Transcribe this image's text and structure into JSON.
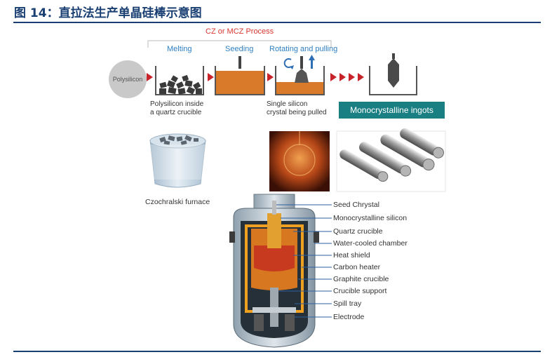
{
  "figure_title": "图 14：直拉法生产单晶硅棒示意图",
  "process": {
    "header": "CZ or MCZ Process",
    "steps": [
      "Melting",
      "Seeding",
      "Rotating and pulling"
    ],
    "start_label": "Polysilicon",
    "caption_melting": "Polysilicon inside\na quartz crucible",
    "caption_pulling": "Single silicon\ncrystal being pulled",
    "result_label": "Monocrystalline ingots"
  },
  "photos": {
    "furnace_caption": "Czochralski furnace"
  },
  "furnace_parts": [
    "Seed Chrystal",
    "Monocrystalline silicon",
    "Quartz crucible",
    "Water-cooled chamber",
    "Heat shield",
    "Carbon heater",
    "Graphite crucible",
    "Crucible support",
    "Spill tray",
    "Electrode"
  ],
  "colors": {
    "title_blue": "#1a3f73",
    "process_red": "#d7362f",
    "step_blue": "#2e7fc1",
    "result_teal": "#1a7f82",
    "melt_orange": "#d97a2b"
  }
}
